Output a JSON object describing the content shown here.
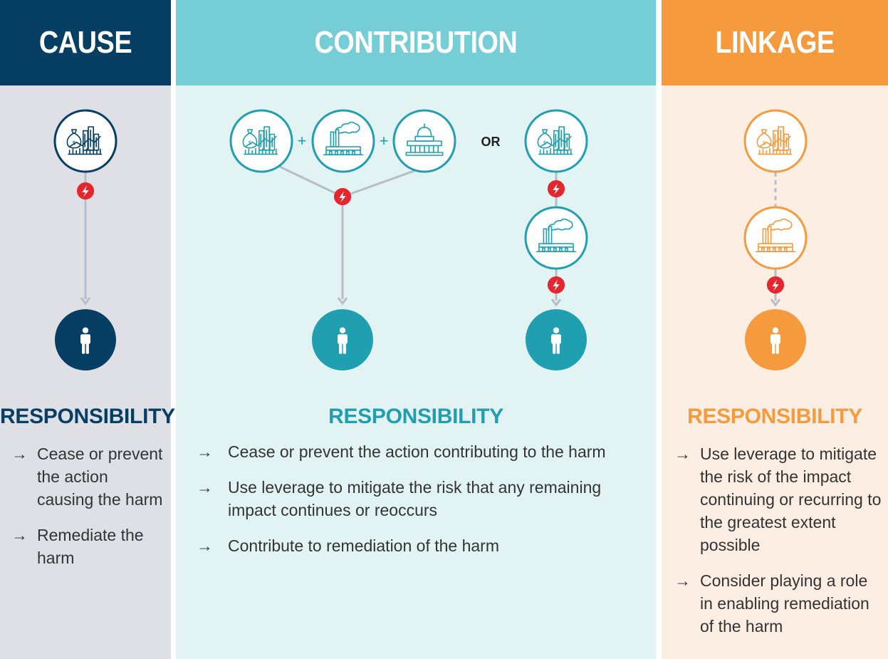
{
  "colors": {
    "cause": "#063f63",
    "contribution_header": "#75cdd6",
    "contribution_accent": "#1f9fb0",
    "linkage": "#f59a3d",
    "cause_bg": "#dfe0e5",
    "contribution_bg": "#e2f3f4",
    "linkage_bg": "#fdeee3",
    "bolt": "#e4262e"
  },
  "arrow_glyph": "→",
  "columns": {
    "cause": {
      "title": "CAUSE",
      "responsibility": "RESPONSIBILITY",
      "items": [
        "Cease or prevent the action causing the harm",
        "Remediate the harm"
      ]
    },
    "contribution": {
      "title": "CONTRIBUTION",
      "responsibility": "RESPONSIBILITY",
      "plus": "+",
      "or_label": "OR",
      "items": [
        "Cease or prevent the action contributing to the harm",
        "Use leverage to mitigate the risk that any remaining impact continues or reoccurs",
        "Contribute to remediation of the harm"
      ]
    },
    "linkage": {
      "title": "LINKAGE",
      "responsibility": "RESPONSIBILITY",
      "items": [
        "Use leverage to mitigate the risk of the impact continuing or recurring to the greatest extent possible",
        "Consider playing a role in enabling remediation of the harm"
      ]
    }
  },
  "icons": [
    "finance-icon",
    "factory-icon",
    "government-building-icon",
    "person-icon",
    "lightning-bolt-icon"
  ]
}
